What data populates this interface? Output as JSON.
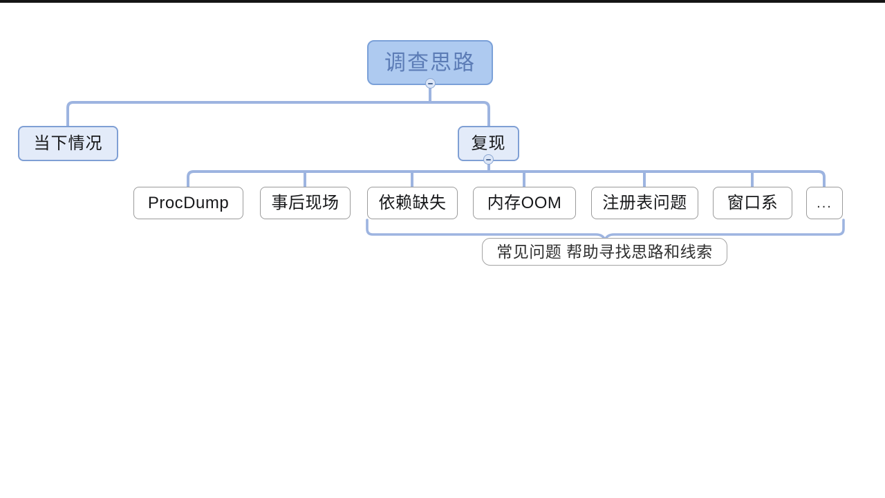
{
  "diagram": {
    "type": "mind-map-tree",
    "title_node": "调查思路",
    "background_color": "#ffffff",
    "accent_color": "#8aa8dc",
    "root_fill": "#aecaf0",
    "root_text_color": "#5c7cb6",
    "level1_fill": "#e3ebf9",
    "leaf_fill": "#ffffff",
    "leaf_border": "#9a9a9a"
  },
  "root": {
    "label": "调查思路",
    "toggle_state": "expanded",
    "toggle_glyph": "minus"
  },
  "level1": [
    {
      "label": "当下情况",
      "has_toggle": false
    },
    {
      "label": "复现",
      "has_toggle": true,
      "toggle_state": "expanded",
      "toggle_glyph": "minus"
    }
  ],
  "leaves": [
    {
      "label": "ProcDump"
    },
    {
      "label": "事后现场"
    },
    {
      "label": "依赖缺失"
    },
    {
      "label": "内存OOM"
    },
    {
      "label": "注册表问题"
    },
    {
      "label": "窗口系"
    },
    {
      "label": "..."
    }
  ],
  "note": {
    "label": "常见问题 帮助寻找思路和线索",
    "bracket": "curly-brace-spanning-leaves"
  }
}
